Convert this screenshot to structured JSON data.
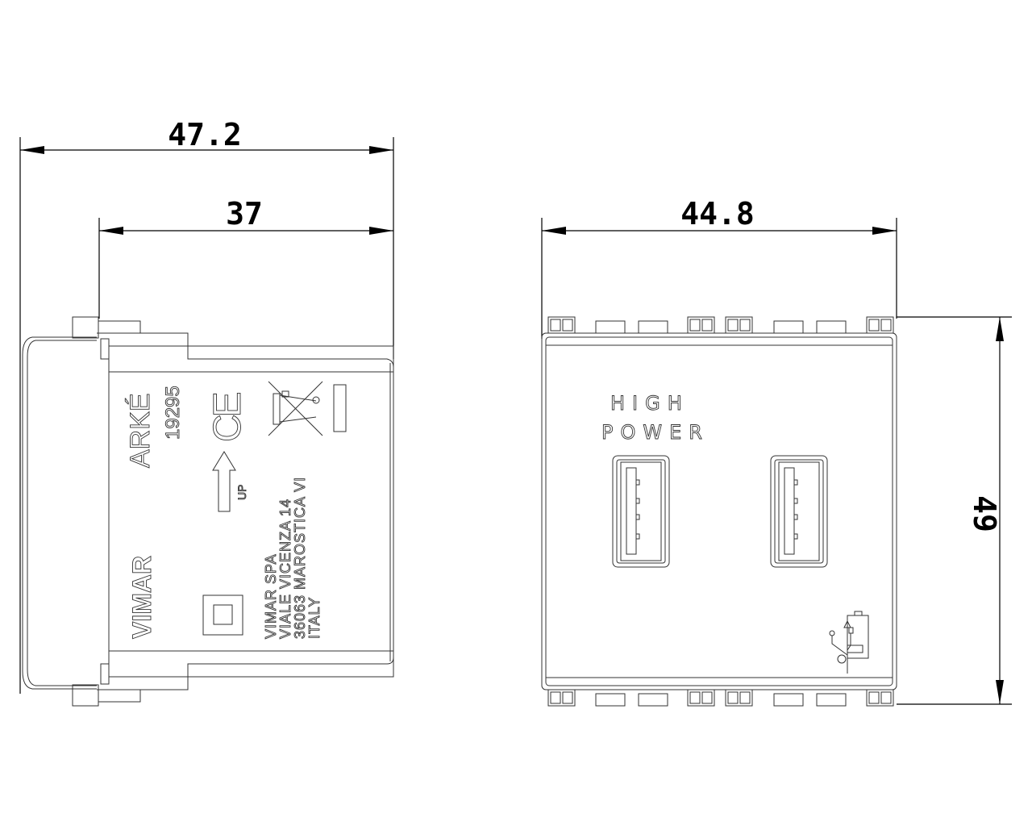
{
  "dimensions": {
    "overall_depth": "47.2",
    "body_depth": "37",
    "width": "44.8",
    "height": "49"
  },
  "side_view": {
    "series_logo": "ARKÉ",
    "article_code": "19295",
    "ce_mark": "CE",
    "orientation_label": "UP",
    "brand": "VIMAR",
    "address_lines": [
      "VIMAR SPA",
      "VIALE VICENZA 14",
      "36063 MAROSTICA VI",
      "ITALY"
    ]
  },
  "front_view": {
    "label_line1": "HIGH",
    "label_line2": "POWER",
    "ports": [
      "usb-a",
      "usb-a"
    ],
    "icon": "usb-charging-icon"
  }
}
